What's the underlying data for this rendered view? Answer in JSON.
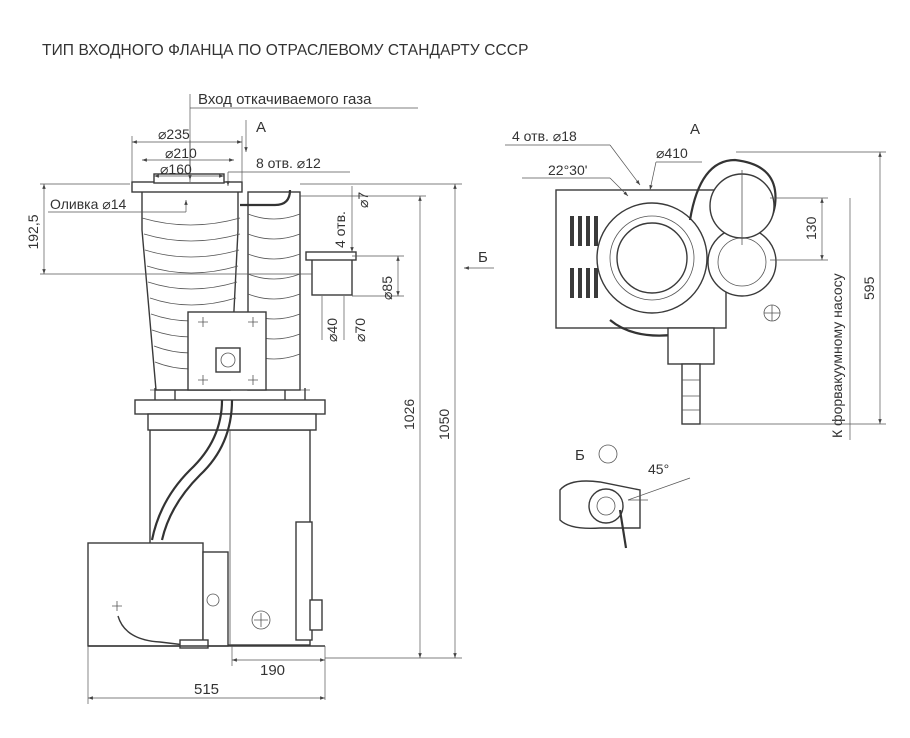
{
  "title": "ТИП ВХОДНОГО ФЛАНЦА ПО ОТРАСЛЕВОМУ СТАНДАРТУ СССР",
  "side_view": {
    "inlet_label": "Вход откачиваемого газа",
    "view_a_label": "А",
    "view_b_arrow_label": "Б",
    "d235": "⌀235",
    "d210": "⌀210",
    "d160": "⌀160",
    "holes8": "8 отв. ⌀12",
    "drain": "Оливка ⌀14",
    "h192": "192,5",
    "holes4v": "4 отв.",
    "d7": "⌀7",
    "d85": "⌀85",
    "d40": "⌀40",
    "d70": "⌀70",
    "h1026": "1026",
    "h1050": "1050",
    "w190": "190",
    "w515": "515"
  },
  "top_view": {
    "view_a_label": "А",
    "holes4": "4 отв. ⌀18",
    "angle": "22°30'",
    "d410": "⌀410",
    "d130": "130",
    "d595": "595",
    "forevac": "К форвакуумному насосу"
  },
  "detail_b": {
    "label": "Б",
    "angle": "45°"
  }
}
